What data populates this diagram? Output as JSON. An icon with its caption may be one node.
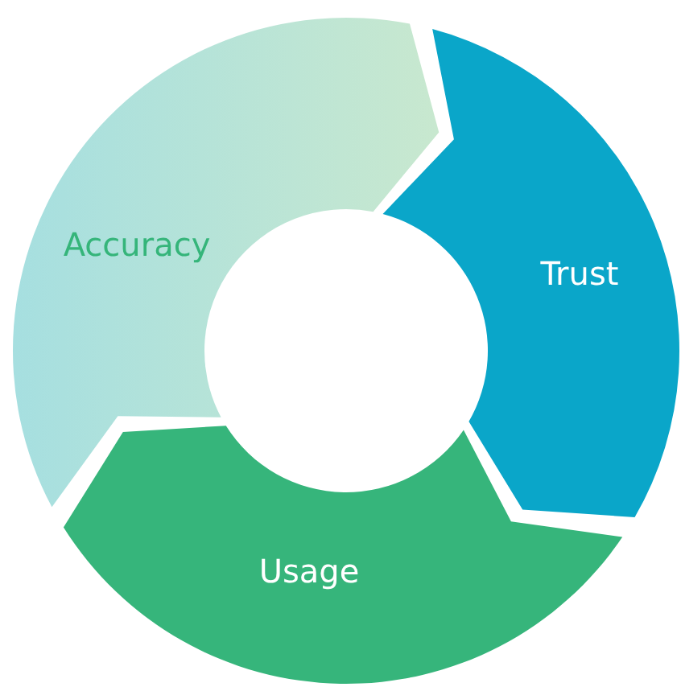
{
  "diagram": {
    "nodes": [
      {
        "text": [
          "Accuracy"
        ]
      },
      {
        "text": [
          "Trust"
        ]
      },
      {
        "text": [
          "Usage"
        ]
      }
    ]
  }
}
